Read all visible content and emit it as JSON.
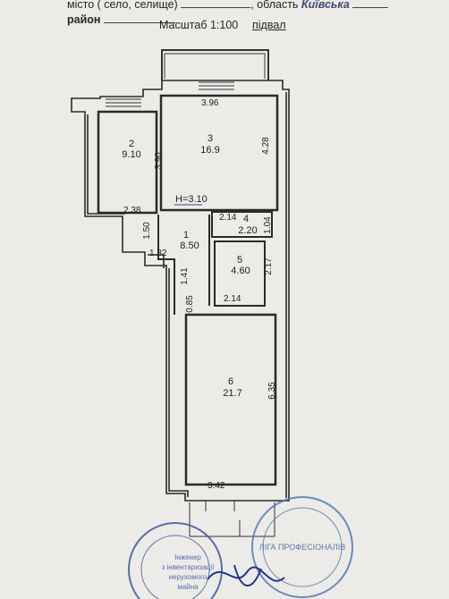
{
  "header": {
    "line1_prefix": "місто ( село, селище)",
    "line1_region_label": ", область",
    "line1_region_value": "Київська",
    "line2_district_label": "район",
    "line2_scale": "Масштаб 1:100",
    "line2_floor": "підвал"
  },
  "plan": {
    "ceiling_height": "H=3.10",
    "rooms": [
      {
        "number": "1",
        "area": "8.50"
      },
      {
        "number": "2",
        "area": "9.10"
      },
      {
        "number": "3",
        "area": "16.9"
      },
      {
        "number": "4",
        "area": "2.20"
      },
      {
        "number": "5",
        "area": "4.60"
      },
      {
        "number": "6",
        "area": "21.7"
      }
    ],
    "dimensions": {
      "room3_top": "3.96",
      "room3_left": "3.90",
      "room3_right": "4.28",
      "room2_bottom": "2.38",
      "room4_top": "2.14",
      "room4_right": "1.04",
      "room5_right": "2.17",
      "room5_bottom": "2.14",
      "corridor_upper": "1.50",
      "corridor_width": "1.32",
      "corridor_mid": "1.41",
      "corridor_low": "0.85",
      "room6_right": "6.35",
      "room6_bottom": "3.42"
    }
  },
  "stamps": {
    "left_lines": [
      "Інженер",
      "з інвентаризації",
      "нерухомого",
      "майна"
    ],
    "right_text": "ЛІГА ПРОФЕСІОНАЛІВ"
  },
  "colors": {
    "ink": "#222222",
    "stamp": "#3c5a9c",
    "paper": "#ecebe8"
  }
}
